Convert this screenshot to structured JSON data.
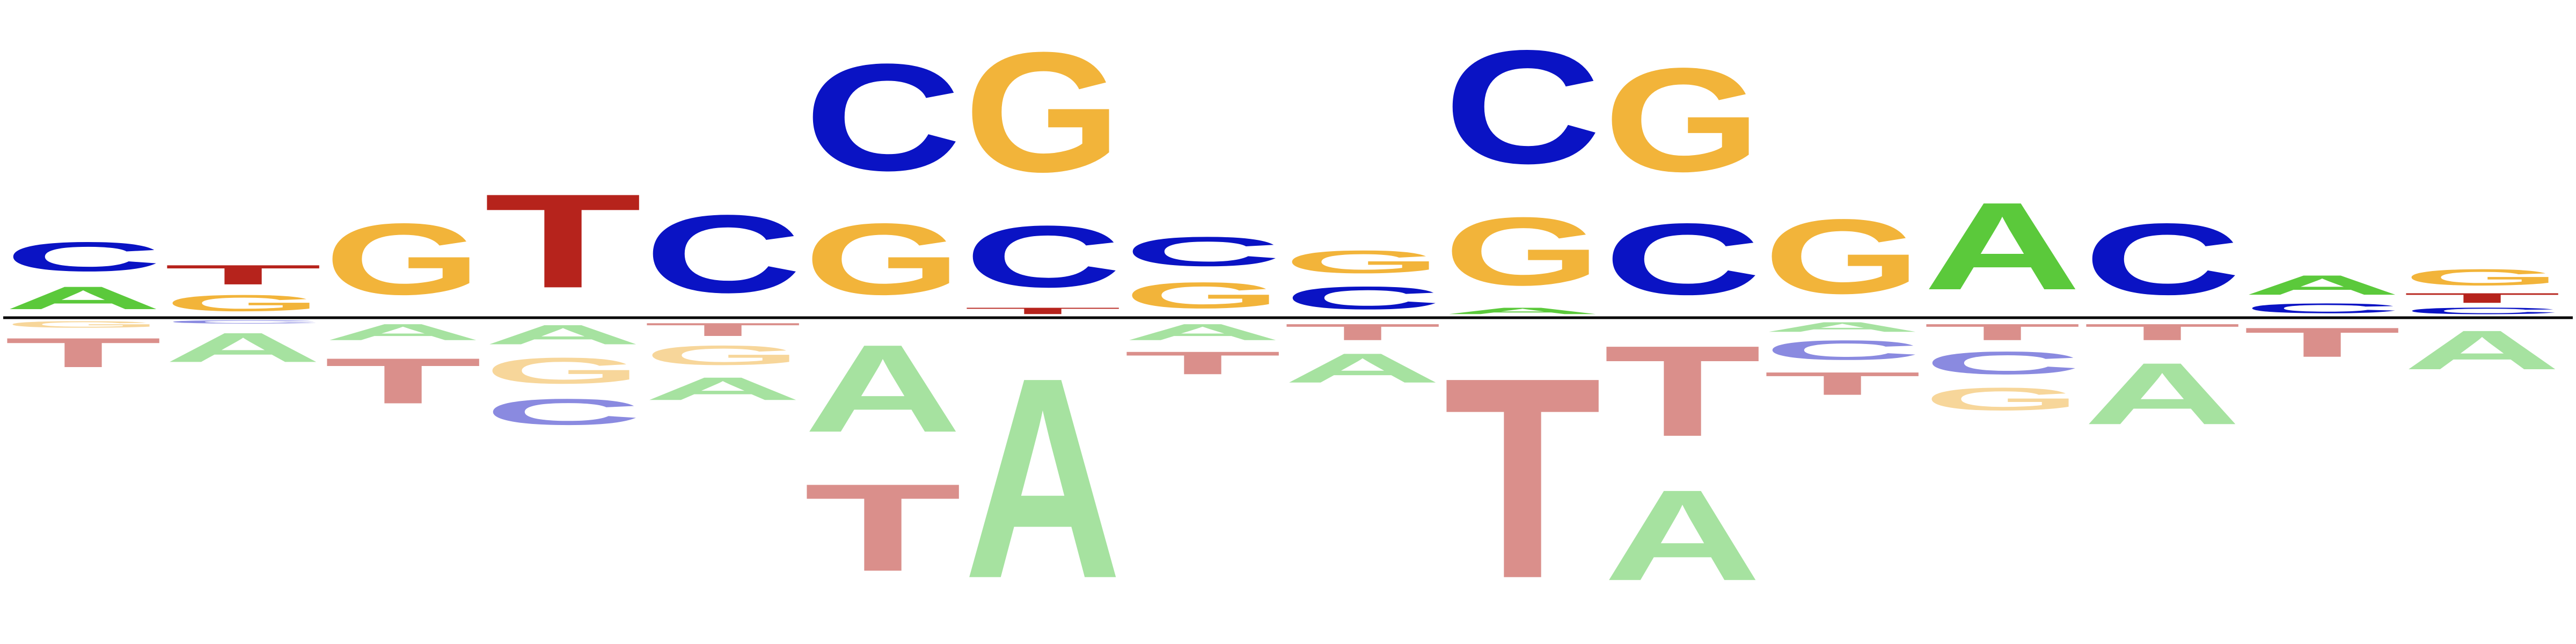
{
  "colors": {
    "A": "#5bc93b",
    "C": "#0a13c4",
    "G": "#f2b43a",
    "T": "#b6231c",
    "A_faded": "#a6e2a0",
    "C_faded": "#8a8ae0",
    "G_faded": "#f7d69a",
    "T_faded": "#da8f8b",
    "baseline": "#000000"
  },
  "chart_data": {
    "type": "sequence_logo",
    "positions": [
      {
        "above": [
          {
            "base": "A",
            "h": 0.07
          },
          {
            "base": "C",
            "h": 0.09
          }
        ],
        "below": [
          {
            "base": "G",
            "h": 0.02
          },
          {
            "base": "T",
            "h": 0.09
          }
        ]
      },
      {
        "above": [
          {
            "base": "G",
            "h": 0.05
          },
          {
            "base": "T",
            "h": 0.06
          }
        ],
        "below": [
          {
            "base": "C",
            "h": 0.01
          },
          {
            "base": "A",
            "h": 0.09
          }
        ]
      },
      {
        "above": [
          {
            "base": "G",
            "h": 0.22
          }
        ],
        "below": [
          {
            "base": "A",
            "h": 0.05
          },
          {
            "base": "T",
            "h": 0.14
          }
        ]
      },
      {
        "above": [
          {
            "base": "T",
            "h": 0.29
          }
        ],
        "below": [
          {
            "base": "A",
            "h": 0.06
          },
          {
            "base": "G",
            "h": 0.08
          },
          {
            "base": "C",
            "h": 0.08
          }
        ]
      },
      {
        "above": [
          {
            "base": "C",
            "h": 0.24
          }
        ],
        "below": [
          {
            "base": "T",
            "h": 0.04
          },
          {
            "base": "G",
            "h": 0.06
          },
          {
            "base": "A",
            "h": 0.07
          }
        ]
      },
      {
        "above": [
          {
            "base": "G",
            "h": 0.22
          },
          {
            "base": "C",
            "h": 0.33
          }
        ],
        "below": [
          {
            "base": "A",
            "h": 0.27
          },
          {
            "base": "T",
            "h": 0.27
          }
        ]
      },
      {
        "above": [
          {
            "base": "T",
            "h": 0.02
          },
          {
            "base": "C",
            "h": 0.19
          },
          {
            "base": "G",
            "h": 0.37
          }
        ],
        "below": [
          {
            "base": "A",
            "h": 0.62
          }
        ]
      },
      {
        "above": [
          {
            "base": "G",
            "h": 0.08
          },
          {
            "base": "C",
            "h": 0.09
          }
        ],
        "below": [
          {
            "base": "A",
            "h": 0.05
          },
          {
            "base": "T",
            "h": 0.07
          }
        ]
      },
      {
        "above": [
          {
            "base": "C",
            "h": 0.07
          },
          {
            "base": "G",
            "h": 0.07
          }
        ],
        "below": [
          {
            "base": "T",
            "h": 0.05
          },
          {
            "base": "A",
            "h": 0.09
          }
        ]
      },
      {
        "above": [
          {
            "base": "A",
            "h": 0.02
          },
          {
            "base": "G",
            "h": 0.21
          },
          {
            "base": "C",
            "h": 0.35
          }
        ],
        "below": [
          {
            "base": "T",
            "h": 0.62
          }
        ]
      },
      {
        "above": [
          {
            "base": "C",
            "h": 0.22
          },
          {
            "base": "G",
            "h": 0.32
          }
        ],
        "below": [
          {
            "base": "T",
            "h": 0.28
          },
          {
            "base": "A",
            "h": 0.28
          }
        ]
      },
      {
        "above": [
          {
            "base": "G",
            "h": 0.23
          }
        ],
        "below": [
          {
            "base": "A",
            "h": 0.03
          },
          {
            "base": "C",
            "h": 0.06
          },
          {
            "base": "T",
            "h": 0.07
          }
        ]
      },
      {
        "above": [
          {
            "base": "A",
            "h": 0.27
          }
        ],
        "below": [
          {
            "base": "T",
            "h": 0.05
          },
          {
            "base": "C",
            "h": 0.07
          },
          {
            "base": "G",
            "h": 0.07
          }
        ]
      },
      {
        "above": [
          {
            "base": "C",
            "h": 0.22
          }
        ],
        "below": [
          {
            "base": "T",
            "h": 0.05
          },
          {
            "base": "A",
            "h": 0.19
          }
        ]
      },
      {
        "above": [
          {
            "base": "C",
            "h": 0.03
          },
          {
            "base": "A",
            "h": 0.06
          }
        ],
        "below": [
          {
            "base": "T",
            "h": 0.09
          }
        ]
      },
      {
        "above": [
          {
            "base": "C",
            "h": 0.02
          },
          {
            "base": "T",
            "h": 0.03
          },
          {
            "base": "G",
            "h": 0.05
          }
        ],
        "below": [
          {
            "base": "A",
            "h": 0.12
          }
        ]
      }
    ]
  }
}
